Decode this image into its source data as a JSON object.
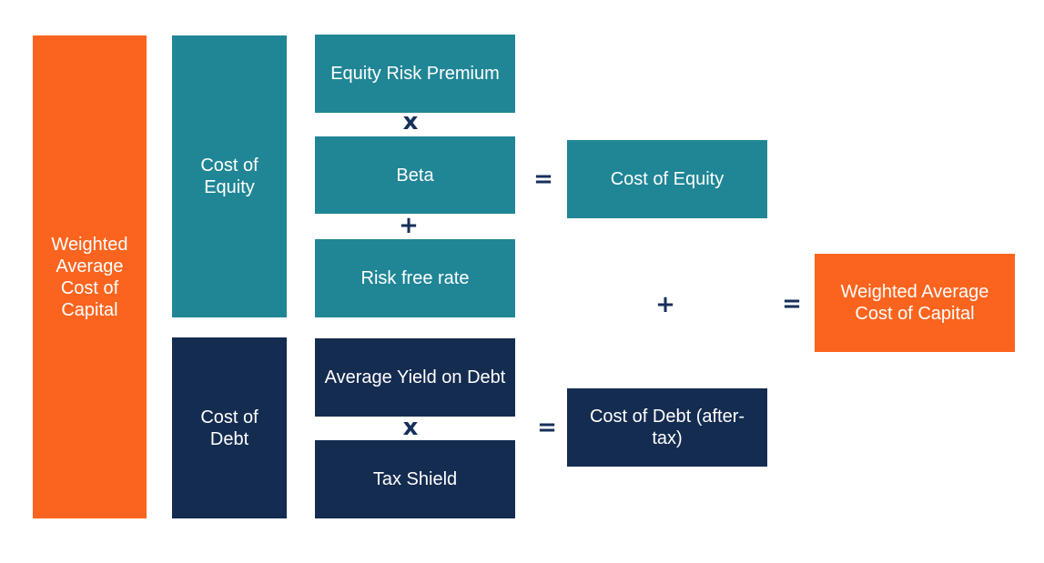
{
  "colors": {
    "orange": "#fb641e",
    "teal": "#208696",
    "navy": "#152c51",
    "operator": "#17305a"
  },
  "boxes": {
    "wacc_left": "Weighted Average Cost of Capital",
    "cost_of_equity_group": "Cost of Equity",
    "cost_of_debt_group": "Cost of Debt",
    "equity_risk_premium": "Equity Risk Premium",
    "beta": "Beta",
    "risk_free_rate": "Risk free rate",
    "average_yield_on_debt": "Average Yield on Debt",
    "tax_shield": "Tax Shield",
    "cost_of_equity_result": "Cost of Equity",
    "cost_of_debt_result": "Cost of Debt (after-tax)",
    "wacc_result": "Weighted Average Cost of Capital"
  },
  "operators": {
    "multiply_equity": "x",
    "plus_equity": "+",
    "equals_equity": "=",
    "multiply_debt": "x",
    "equals_debt": "=",
    "plus_combine": "+",
    "equals_final": "="
  }
}
